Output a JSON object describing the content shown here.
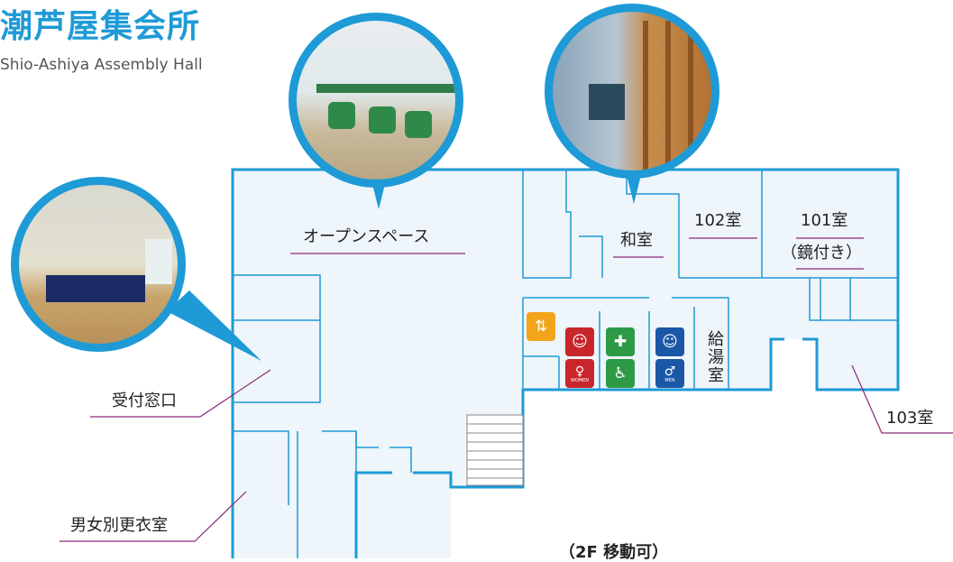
{
  "title": "潮芦屋集会所",
  "subtitle": "Shio-Ashiya Assembly Hall",
  "rooms": {
    "open_space": "オープンスペース",
    "washitsu": "和室",
    "room102": "102室",
    "room101": "101室",
    "room101_note": "（鏡付き）",
    "kitchen": "給湯室",
    "reception": "受付窓口",
    "changing": "男女別更衣室",
    "room103": "103室",
    "stairs_note": "（2F 移動可）"
  },
  "icon_labels": {
    "women": "WOMEN",
    "men": "MEN"
  },
  "colors": {
    "accent": "#1e9ad6",
    "floor": "#eef5fb",
    "leader": "#8a2a78",
    "women": "#c8262b",
    "men": "#1a57a6",
    "accessible": "#2e9a46",
    "elevator": "#f2a51b"
  }
}
